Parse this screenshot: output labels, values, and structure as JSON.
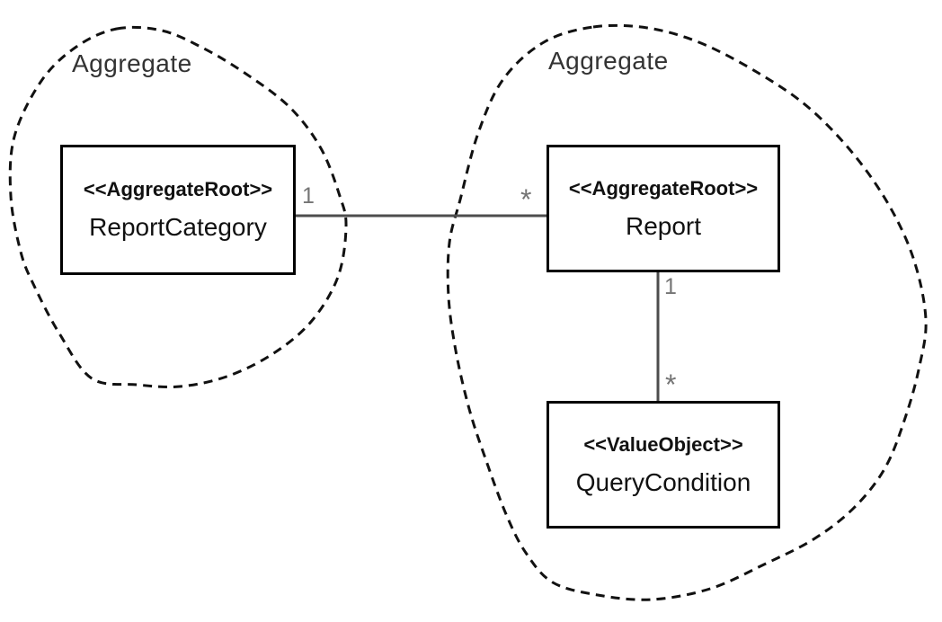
{
  "diagram": {
    "left_aggregate": {
      "label": "Aggregate"
    },
    "right_aggregate": {
      "label": "Aggregate"
    },
    "nodes": [
      {
        "id": "report-category",
        "stereotype": "<<AggregateRoot>>",
        "name": "ReportCategory"
      },
      {
        "id": "report",
        "stereotype": "<<AggregateRoot>>",
        "name": "Report"
      },
      {
        "id": "query-condition",
        "stereotype": "<<ValueObject>>",
        "name": "QueryCondition"
      }
    ],
    "relations": [
      {
        "from": "ReportCategory",
        "to": "Report",
        "from_multiplicity": "1",
        "to_multiplicity": "*"
      },
      {
        "from": "Report",
        "to": "QueryCondition",
        "from_multiplicity": "1",
        "to_multiplicity": "*"
      }
    ],
    "colors": {
      "background": "#ffffff",
      "box_border": "#000000",
      "box_text": "#111111",
      "connector": "#4d4d4d",
      "multiplicity_text": "#757575",
      "aggregate_label_text": "#333333",
      "boundary_dash": "#111111"
    }
  }
}
